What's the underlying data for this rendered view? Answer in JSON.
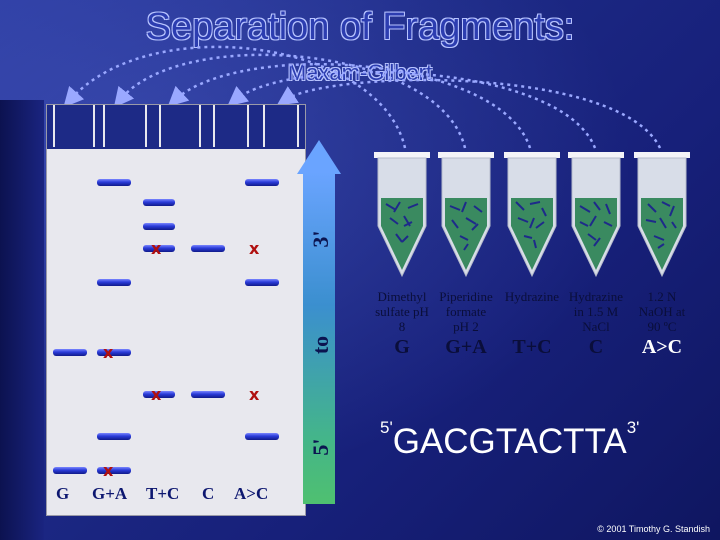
{
  "header": {
    "title": "Separation of Fragments:",
    "subtitle": "Maxam-Gilbert"
  },
  "gel": {
    "lane_labels": [
      "G",
      "G+A",
      "T+C",
      "C",
      "A>C"
    ],
    "band_color": "#2a3bd8",
    "mark_color": "#b01010",
    "mark_glyph": "x"
  },
  "direction": {
    "top": "3'",
    "middle": "to",
    "bottom": "5'"
  },
  "tubes": [
    {
      "reagent": [
        "Dimethyl",
        "sulfate pH",
        "8"
      ],
      "base": "G"
    },
    {
      "reagent": [
        "Piperidine",
        "formate",
        "pH 2"
      ],
      "base": "G+A"
    },
    {
      "reagent": [
        "Hydrazine"
      ],
      "base": "T+C"
    },
    {
      "reagent": [
        "Hydrazine",
        "in 1.5 M",
        "NaCl"
      ],
      "base": "C"
    },
    {
      "reagent": [
        "1.2 N",
        "NaOH at",
        "90 ºC"
      ],
      "base": "A>C"
    }
  ],
  "sequence": {
    "five_prime": "5'",
    "bases": "GACGTACTTA",
    "three_prime": "3'"
  },
  "footer": {
    "copyright": "© 2001 Timothy G. Standish"
  },
  "colors": {
    "background": "#1d2a86",
    "title": "#2c3db0",
    "tube_fill": "#3a8a60"
  }
}
